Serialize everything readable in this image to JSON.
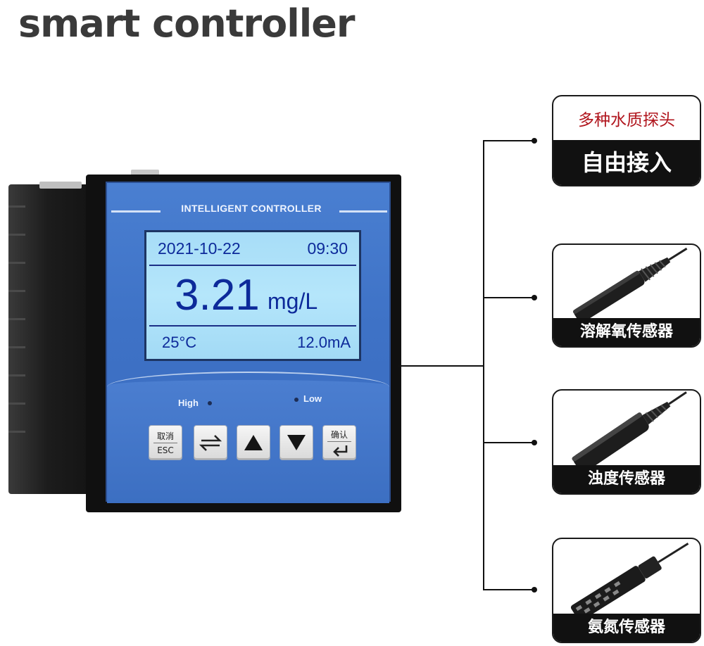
{
  "title": "smart controller",
  "device": {
    "brand": "INTELLIGENT CONTROLLER",
    "lcd": {
      "date": "2021-10-22",
      "time": "09:30",
      "value": "3.21",
      "unit": "mg/L",
      "temperature": "25°C",
      "current": "12.0mA"
    },
    "indicators": {
      "high": "High",
      "low": "Low"
    },
    "keys": {
      "cancel_top": "取消",
      "cancel_bottom": "ESC",
      "switch_icon": "switch-arrows-icon",
      "up_icon": "up-triangle-icon",
      "down_icon": "down-triangle-icon",
      "confirm_top": "确认",
      "confirm_icon": "enter-arrow-icon"
    }
  },
  "probes": {
    "header": {
      "top": "多种水质探头",
      "bottom": "自由接入"
    },
    "items": [
      {
        "label": "溶解氧传感器"
      },
      {
        "label": "浊度传感器"
      },
      {
        "label": "氨氮传感器"
      }
    ]
  },
  "colors": {
    "face_blue": "#3e72c6",
    "lcd_bg": "#a7ddf7",
    "lcd_text": "#0d2a9a",
    "header_red": "#b0141c"
  }
}
